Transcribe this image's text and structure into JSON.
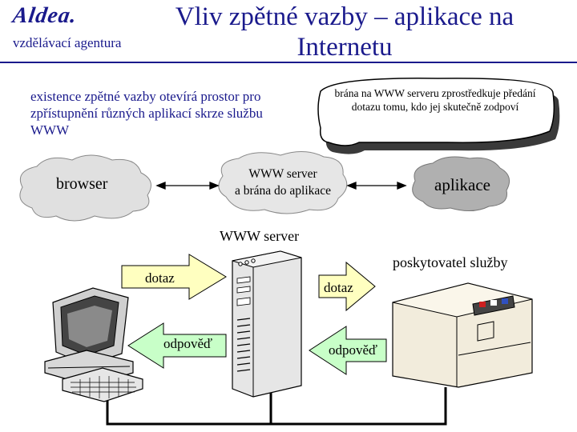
{
  "header": {
    "logo": "Aldea.",
    "agency": "vzdělávací agentura",
    "title": "Vliv zpětné vazby – aplikace na Internetu"
  },
  "intro_text": "existence zpětné vazby otevírá prostor pro zpřístupnění různých aplikací skrze službu WWW",
  "callout_text": "brána na WWW serveru zprostředkuje předání dotazu tomu, kdo jej skutečně zodpoví",
  "flow": {
    "browser": "browser",
    "server_line1": "WWW server",
    "server_line2": "a brána do aplikace",
    "application": "aplikace"
  },
  "scene": {
    "server_label": "WWW server",
    "provider_label": "poskytovatel služby",
    "query_left": "dotaz",
    "answer_left": "odpověď",
    "query_right": "dotaz",
    "answer_right": "odpověď"
  },
  "colors": {
    "title": "#1a1a8c",
    "cloud_light": "#e0e0e0",
    "cloud_dark": "#b0b0b0",
    "arrow_yellow": "#ffffc0",
    "arrow_green": "#c8ffc8"
  }
}
